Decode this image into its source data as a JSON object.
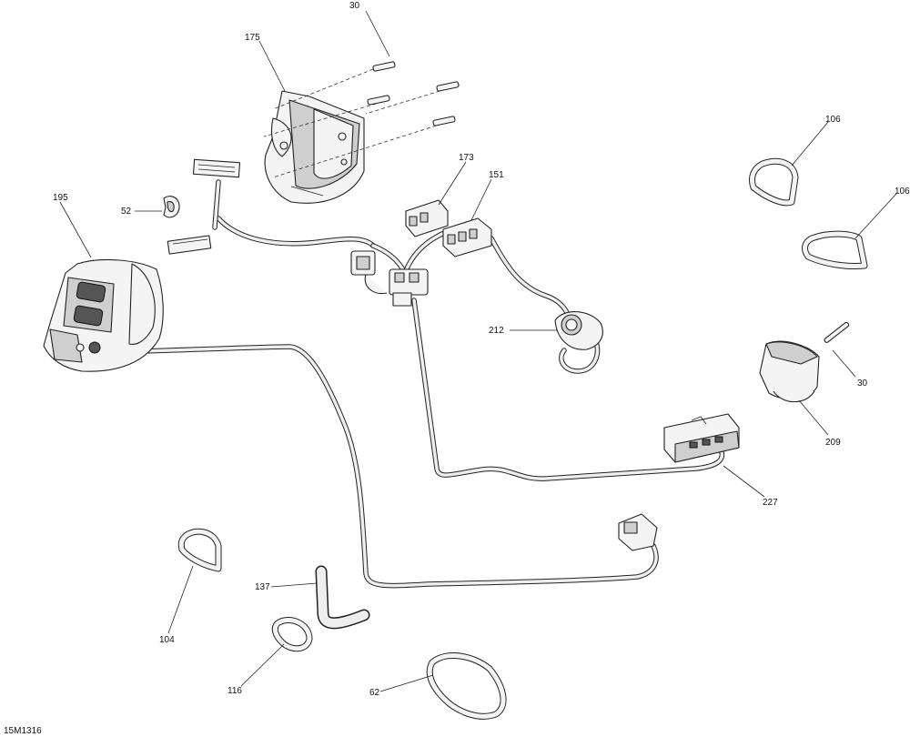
{
  "diagram": {
    "drawing_number": "15M1316",
    "callouts": [
      {
        "id": "30-top",
        "text": "30"
      },
      {
        "id": "175",
        "text": "175"
      },
      {
        "id": "106-a",
        "text": "106"
      },
      {
        "id": "106-b",
        "text": "106"
      },
      {
        "id": "173",
        "text": "173"
      },
      {
        "id": "151",
        "text": "151"
      },
      {
        "id": "195",
        "text": "195"
      },
      {
        "id": "52",
        "text": "52"
      },
      {
        "id": "212",
        "text": "212"
      },
      {
        "id": "30-right",
        "text": "30"
      },
      {
        "id": "209",
        "text": "209"
      },
      {
        "id": "227",
        "text": "227"
      },
      {
        "id": "137",
        "text": "137"
      },
      {
        "id": "104",
        "text": "104"
      },
      {
        "id": "116",
        "text": "116"
      },
      {
        "id": "62",
        "text": "62"
      }
    ]
  }
}
